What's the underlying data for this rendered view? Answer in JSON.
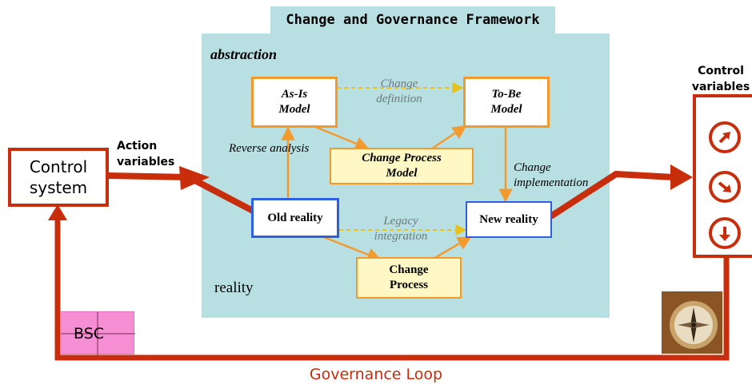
{
  "title": "Change and Governance Framework",
  "labels": {
    "abstraction": "abstraction",
    "reality": "reality",
    "action_variables": [
      "Action",
      "variables"
    ],
    "control_variables": [
      "Control",
      "variables"
    ],
    "governance_loop": "Governance Loop"
  },
  "nodes": {
    "as_is_model": [
      "As-Is",
      "Model"
    ],
    "to_be_model": [
      "To-Be",
      "Model"
    ],
    "change_process_model": [
      "Change Process",
      "Model"
    ],
    "old_reality": "Old reality",
    "new_reality": "New reality",
    "change_process": [
      "Change",
      "Process"
    ],
    "control_system": [
      "Control",
      "system"
    ],
    "bsc": "BSC"
  },
  "edge_labels": {
    "change_definition": [
      "Change",
      "definition"
    ],
    "reverse_analysis": "Reverse analysis",
    "change_implementation": [
      "Change",
      "implementation"
    ],
    "legacy_integration": [
      "Legacy",
      "integration"
    ]
  },
  "colors": {
    "panel": "#b8e0e3",
    "loop_red": "#c82d0c",
    "orange": "#f39a2f",
    "blue": "#2f5fe0",
    "dashed_yellow": "#e7c21b",
    "bsc_pink": "#f58ed2"
  },
  "icons": [
    "gauge-up-icon",
    "gauge-down-right-icon",
    "gauge-down-icon",
    "compass-icon"
  ]
}
